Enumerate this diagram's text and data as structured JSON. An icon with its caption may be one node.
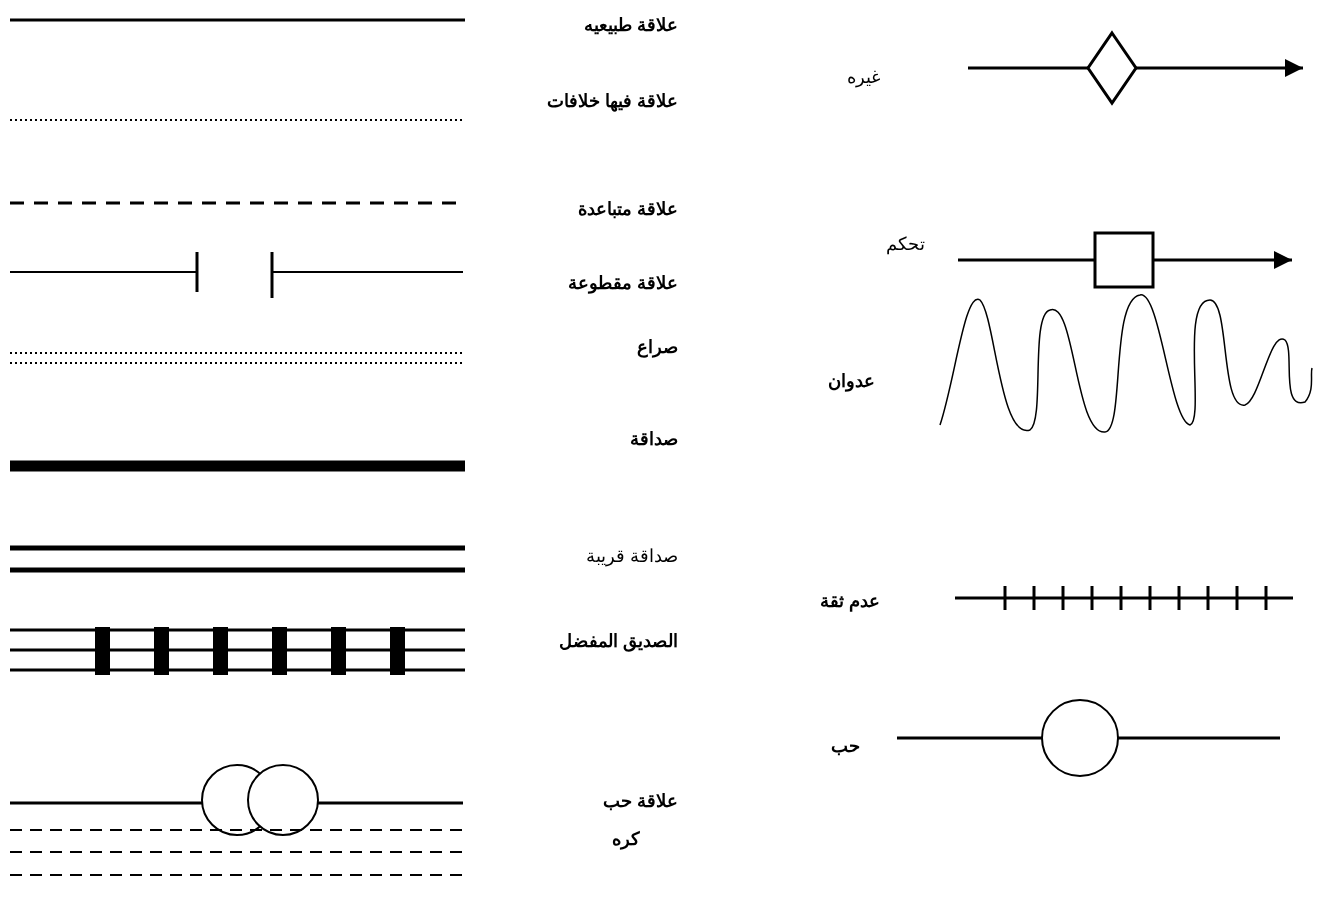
{
  "diagram": {
    "legend": [
      {
        "text": "علاقة طبيعيه"
      },
      {
        "text": "علاقة فيها خلافات"
      },
      {
        "text": "علاقة متباعدة"
      },
      {
        "text": "علاقة مقطوعة"
      },
      {
        "text": "صراع"
      },
      {
        "text": "صداقة"
      },
      {
        "text": "صداقة قريبة"
      },
      {
        "text": "الصديق المفضل"
      },
      {
        "text": "علاقة حب"
      },
      {
        "text": "كره"
      },
      {
        "text": "غيره"
      },
      {
        "text": "تحكم"
      },
      {
        "text": "عدوان"
      },
      {
        "text": "عدم ثقة"
      },
      {
        "text": "حب"
      }
    ]
  }
}
